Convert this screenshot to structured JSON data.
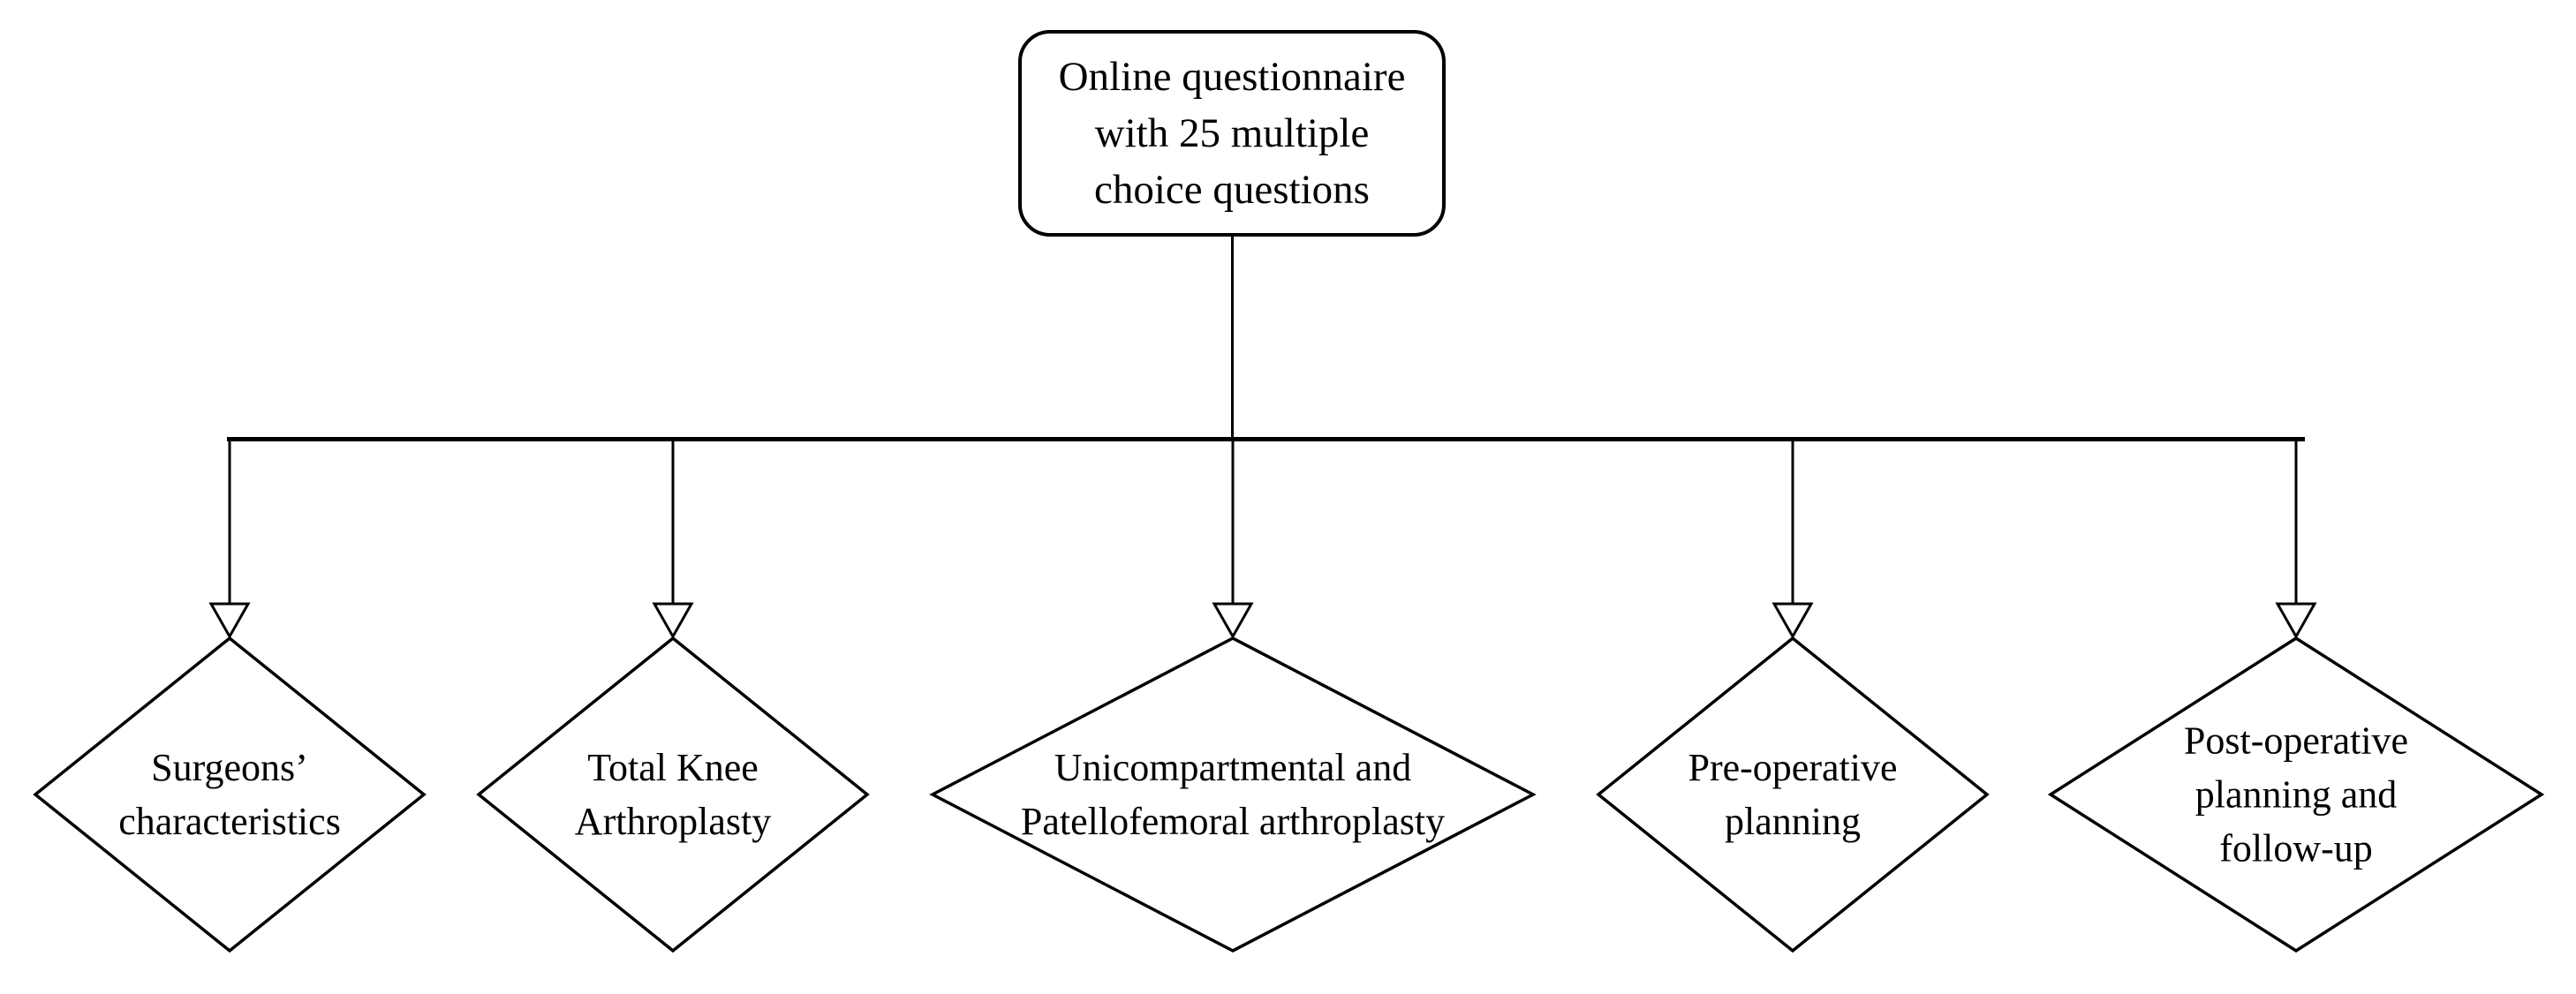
{
  "figure": {
    "background_color": "#ffffff",
    "stroke_color": "#000000",
    "root_node": {
      "shape": "rounded-rectangle",
      "lines": [
        "Online questionnaire",
        "with 25 multiple",
        "choice questions"
      ]
    },
    "branch_nodes": [
      {
        "shape": "diamond",
        "lines": [
          "Surgeons’",
          "characteristics"
        ]
      },
      {
        "shape": "diamond",
        "lines": [
          "Total Knee",
          "Arthroplasty"
        ]
      },
      {
        "shape": "diamond",
        "lines": [
          "Unicompartmental and",
          "Patellofemoral arthroplasty"
        ]
      },
      {
        "shape": "diamond",
        "lines": [
          "Pre-operative",
          "planning"
        ]
      },
      {
        "shape": "diamond",
        "lines": [
          "Post-operative",
          "planning and",
          "follow-up"
        ]
      }
    ]
  }
}
